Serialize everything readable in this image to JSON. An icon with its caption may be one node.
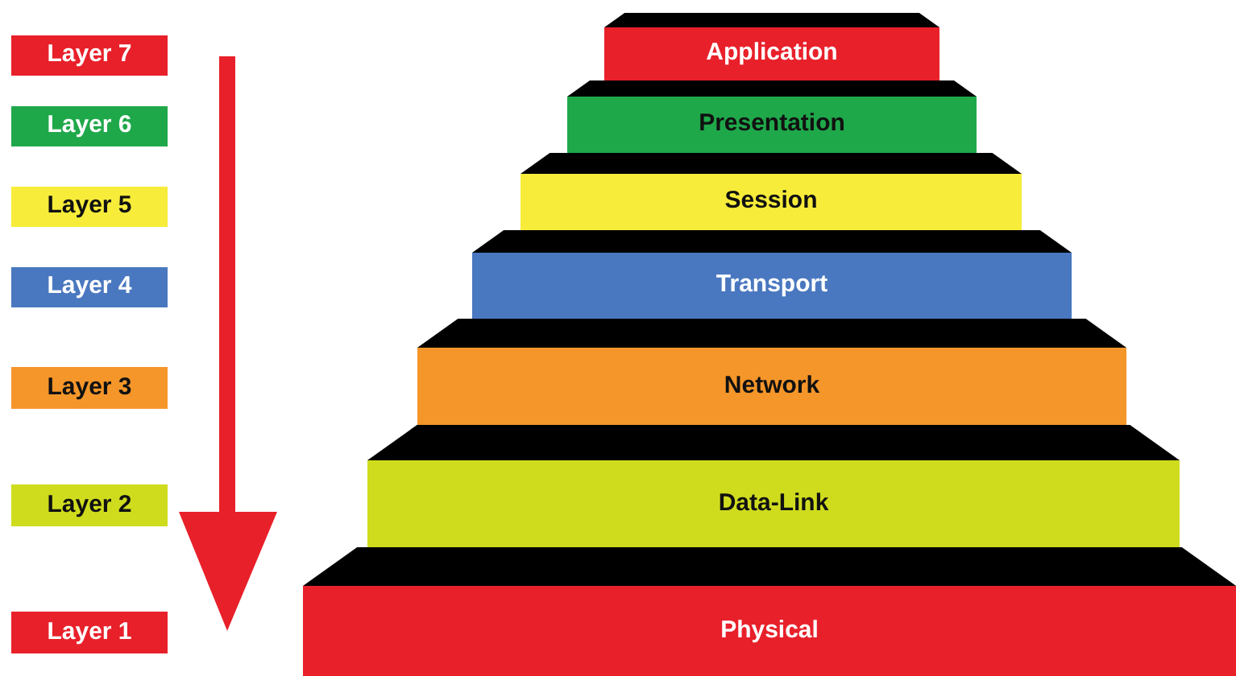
{
  "diagram": {
    "nodes": [
      {
        "text": [
          "Layer 7"
        ]
      },
      {
        "text": [
          "Layer 6"
        ]
      },
      {
        "text": [
          "Layer 5"
        ]
      },
      {
        "text": [
          "Layer 4"
        ]
      },
      {
        "text": [
          "Layer 3"
        ]
      },
      {
        "text": [
          "Layer 2"
        ]
      },
      {
        "text": [
          "Layer 1"
        ]
      },
      {
        "text": [
          "Application"
        ]
      },
      {
        "text": [
          "Presentation"
        ]
      },
      {
        "text": [
          "Session"
        ]
      },
      {
        "text": [
          "Transport"
        ]
      },
      {
        "text": [
          "Network"
        ]
      },
      {
        "text": [
          "Data-Link"
        ]
      },
      {
        "text": [
          "Physical"
        ]
      }
    ],
    "edges": []
  }
}
